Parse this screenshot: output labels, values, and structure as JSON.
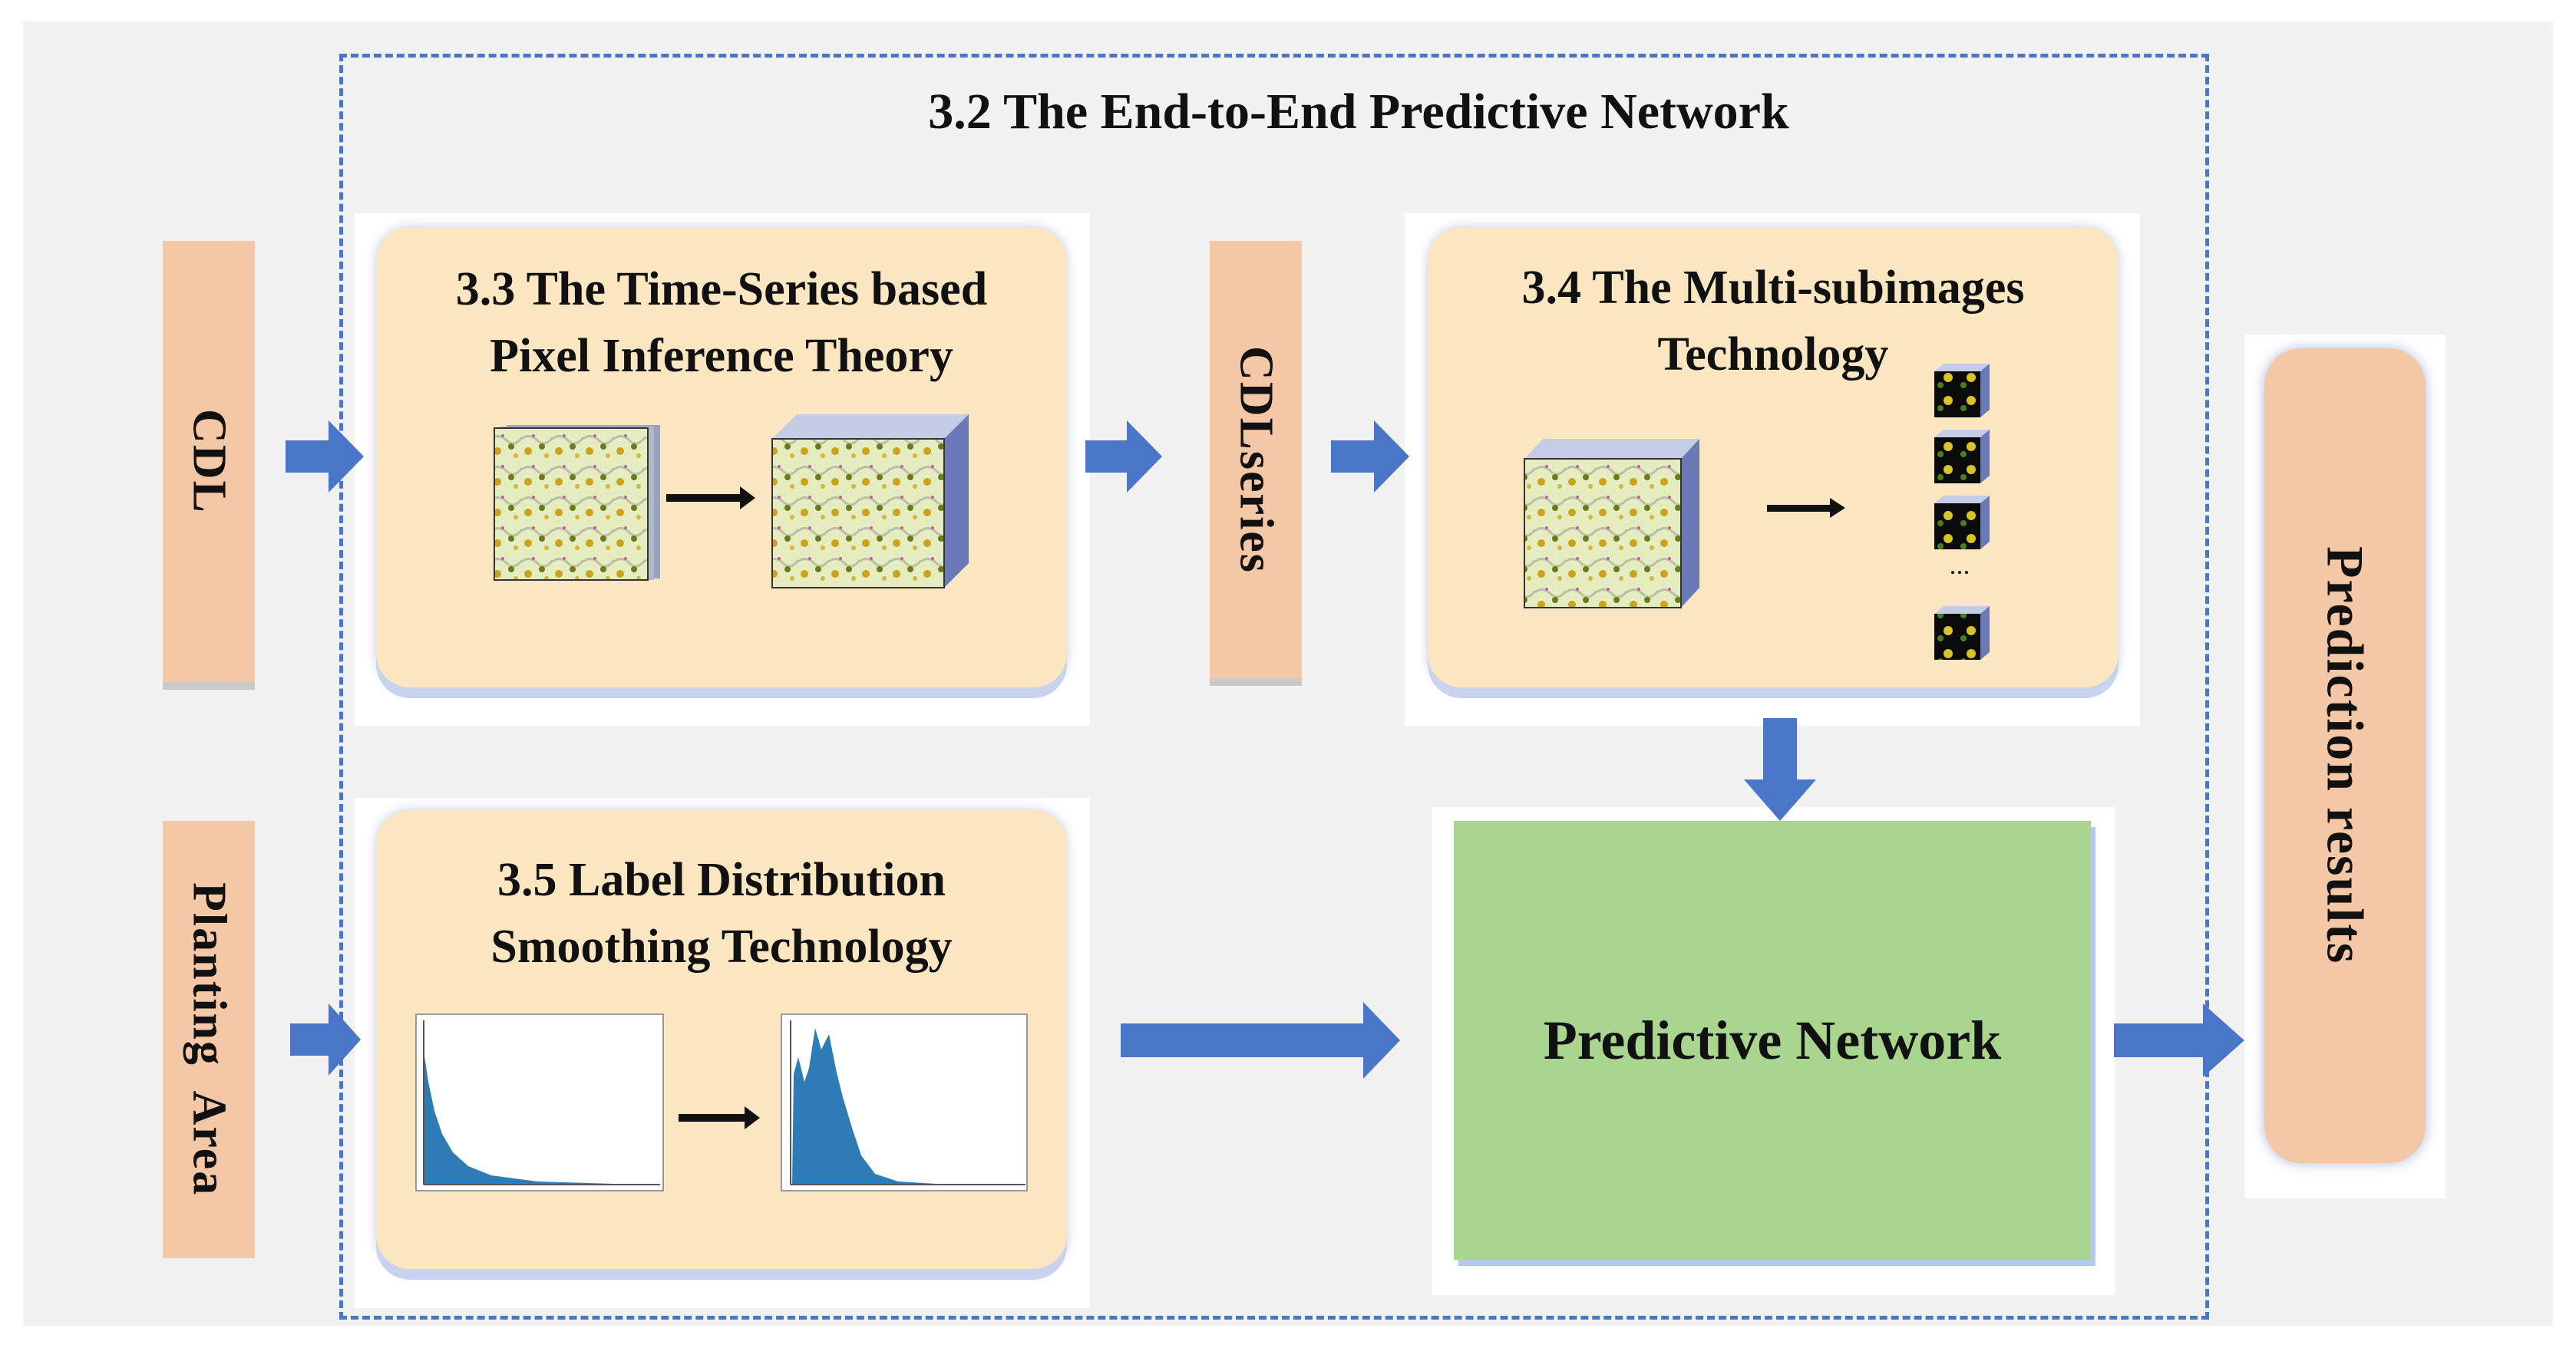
{
  "main_title": "3.2 The End-to-End Predictive Network",
  "inputs": {
    "cdl": "CDL",
    "planting_area": "Planting  Area"
  },
  "intermediate": {
    "cdl_series": "CDLseries"
  },
  "modules": {
    "pixel_inference": {
      "line1": "3.3 The Time-Series based",
      "line2": "Pixel Inference Theory"
    },
    "multi_subimages": {
      "line1": "3.4 The Multi-subimages",
      "line2": "Technology"
    },
    "label_smoothing": {
      "line1": "3.5 Label Distribution",
      "line2": "Smoothing Technology"
    },
    "subimage_ellipsis": "..."
  },
  "network": {
    "label": "Predictive Network"
  },
  "output": {
    "label": "Prediction results"
  },
  "colors": {
    "frame_dash": "#4a76c8",
    "arrow_blue": "#4a76c8",
    "input_box": "#f4c8a6",
    "module_card": "#fbe6c2",
    "network_box": "#a9d58e",
    "histogram_bar": "#2e7bb6"
  }
}
